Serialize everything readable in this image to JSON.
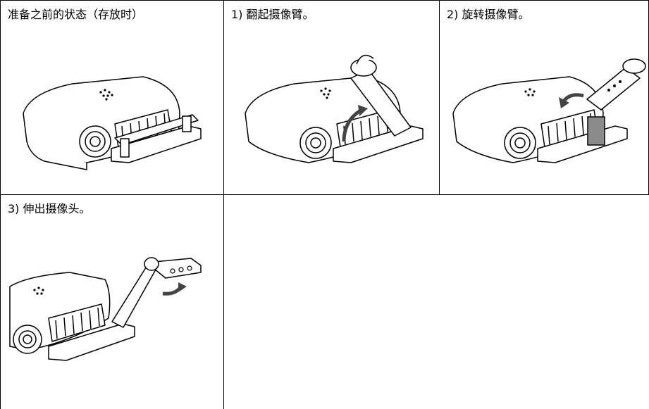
{
  "steps": [
    {
      "caption": "准备之前的状态（存放时）"
    },
    {
      "caption": "1) 翻起摄像臂。"
    },
    {
      "caption": "2) 旋转摄像臂。"
    },
    {
      "caption": "3) 伸出摄像头。"
    }
  ],
  "colors": {
    "line": "#000000",
    "arm_gray": "#8c8c8c",
    "light_gray": "#d9d9d9"
  }
}
